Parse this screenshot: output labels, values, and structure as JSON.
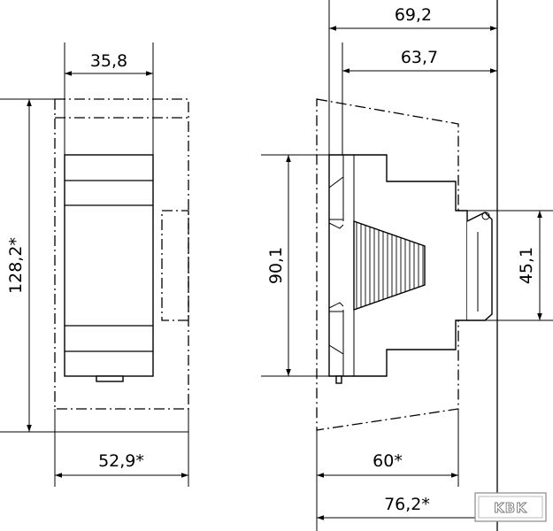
{
  "front_view": {
    "width_label": "35,8",
    "height_label": "128,2*",
    "outer_width_label": "52,9*"
  },
  "side_view": {
    "overall_width_label": "69,2",
    "width_label": "63,7",
    "height_label": "90,1",
    "rail_label": "45,1",
    "depth_label": "60*",
    "overall_depth_label": "76,2*"
  },
  "logo": {
    "text": "KBK"
  }
}
